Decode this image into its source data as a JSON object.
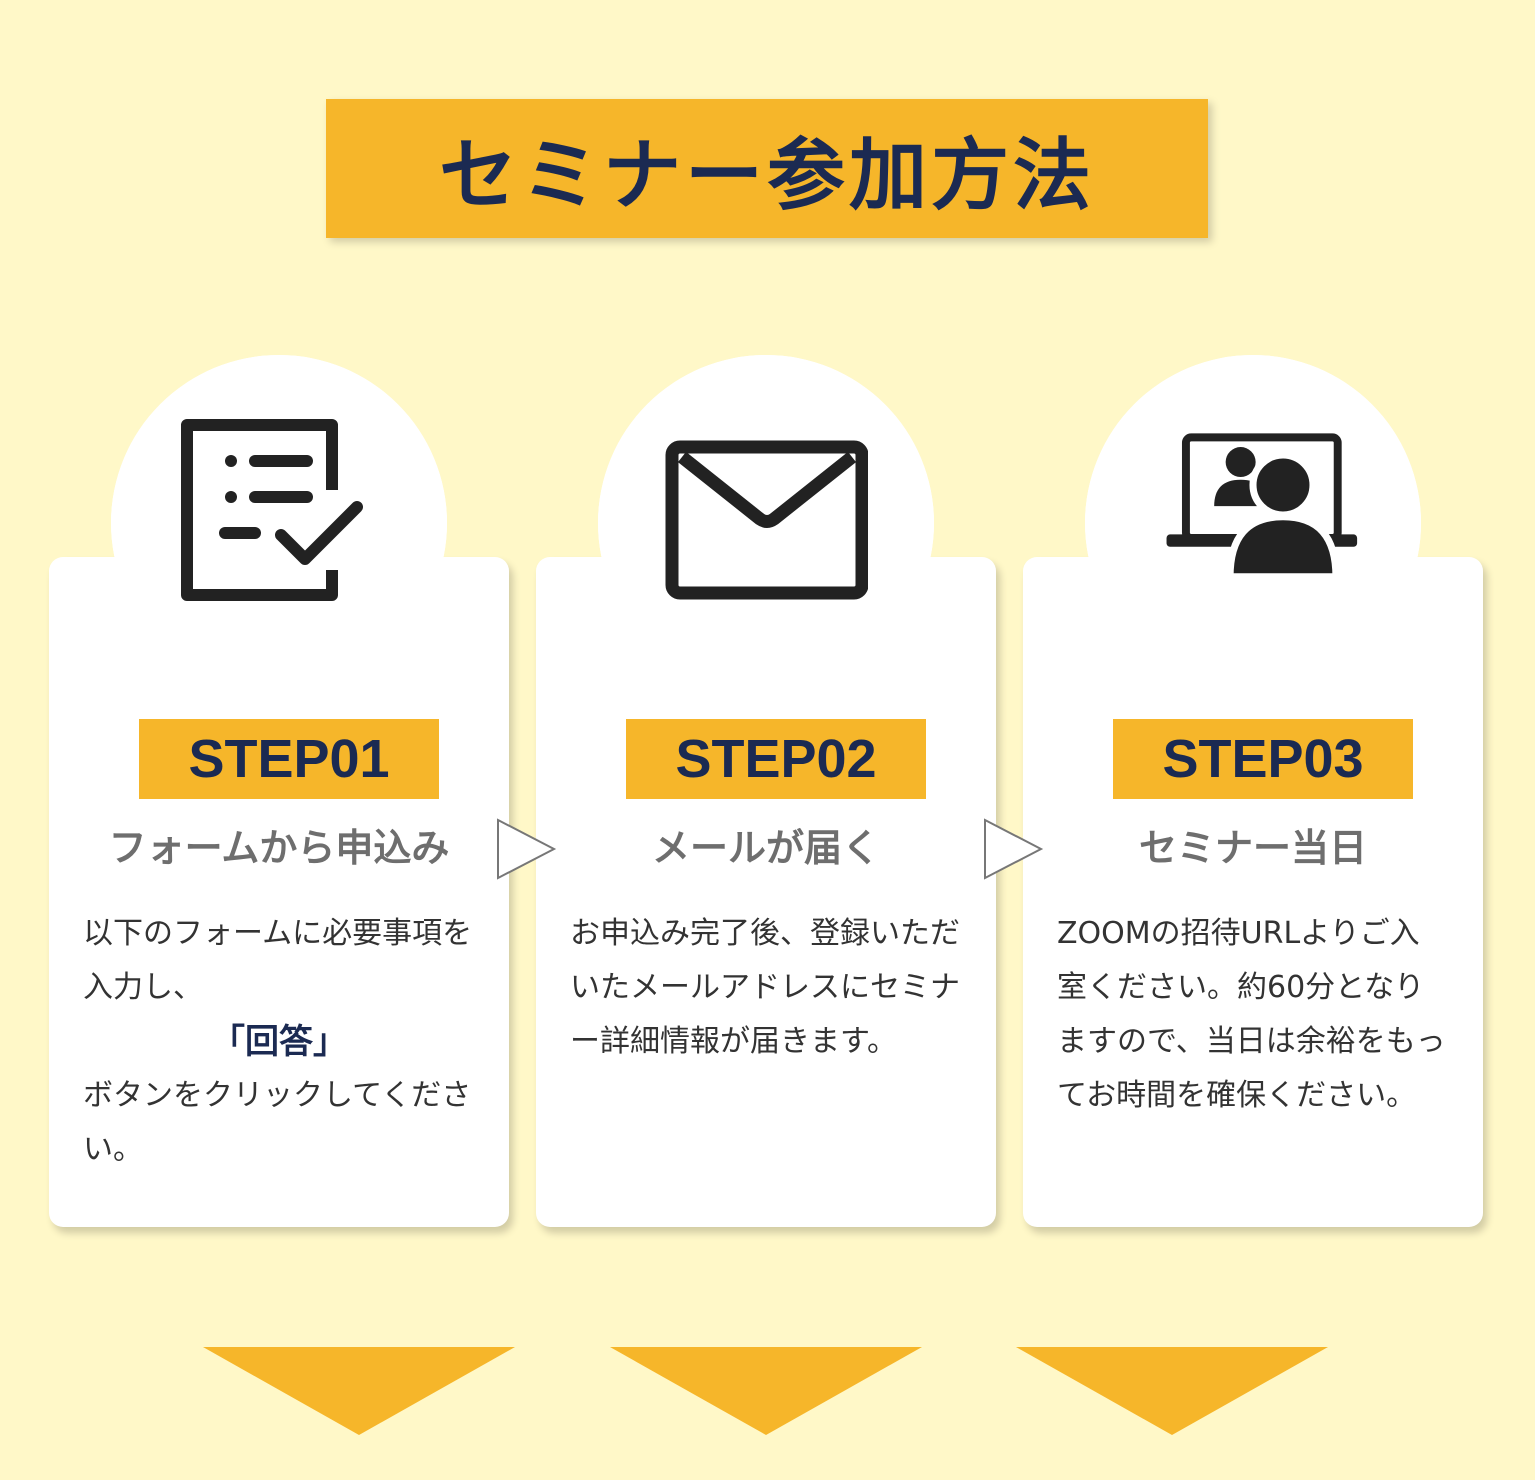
{
  "header": {
    "title": "セミナー参加方法"
  },
  "steps": [
    {
      "label": "STEP01",
      "heading": "フォームから申込み",
      "desc_before": "以下のフォームに必要事項を入力し、",
      "desc_emphasis": "「回答」",
      "desc_after": "ボタンをクリックしてください。",
      "icon": "form-checklist-icon"
    },
    {
      "label": "STEP02",
      "heading": "メールが届く",
      "desc": "お申込み完了後、登録いただいたメールアドレスにセミナー詳細情報が届きます。",
      "icon": "envelope-icon"
    },
    {
      "label": "STEP03",
      "heading": "セミナー当日",
      "desc": "ZOOMの招待URLよりご入室ください。約60分となりますので、当日は余裕をもってお時間を確保ください。",
      "icon": "video-meeting-icon"
    }
  ],
  "colors": {
    "background": "#fff8c8",
    "accent": "#f6b62a",
    "navy": "#1b2a52",
    "gray_heading": "#6e6e6e"
  }
}
